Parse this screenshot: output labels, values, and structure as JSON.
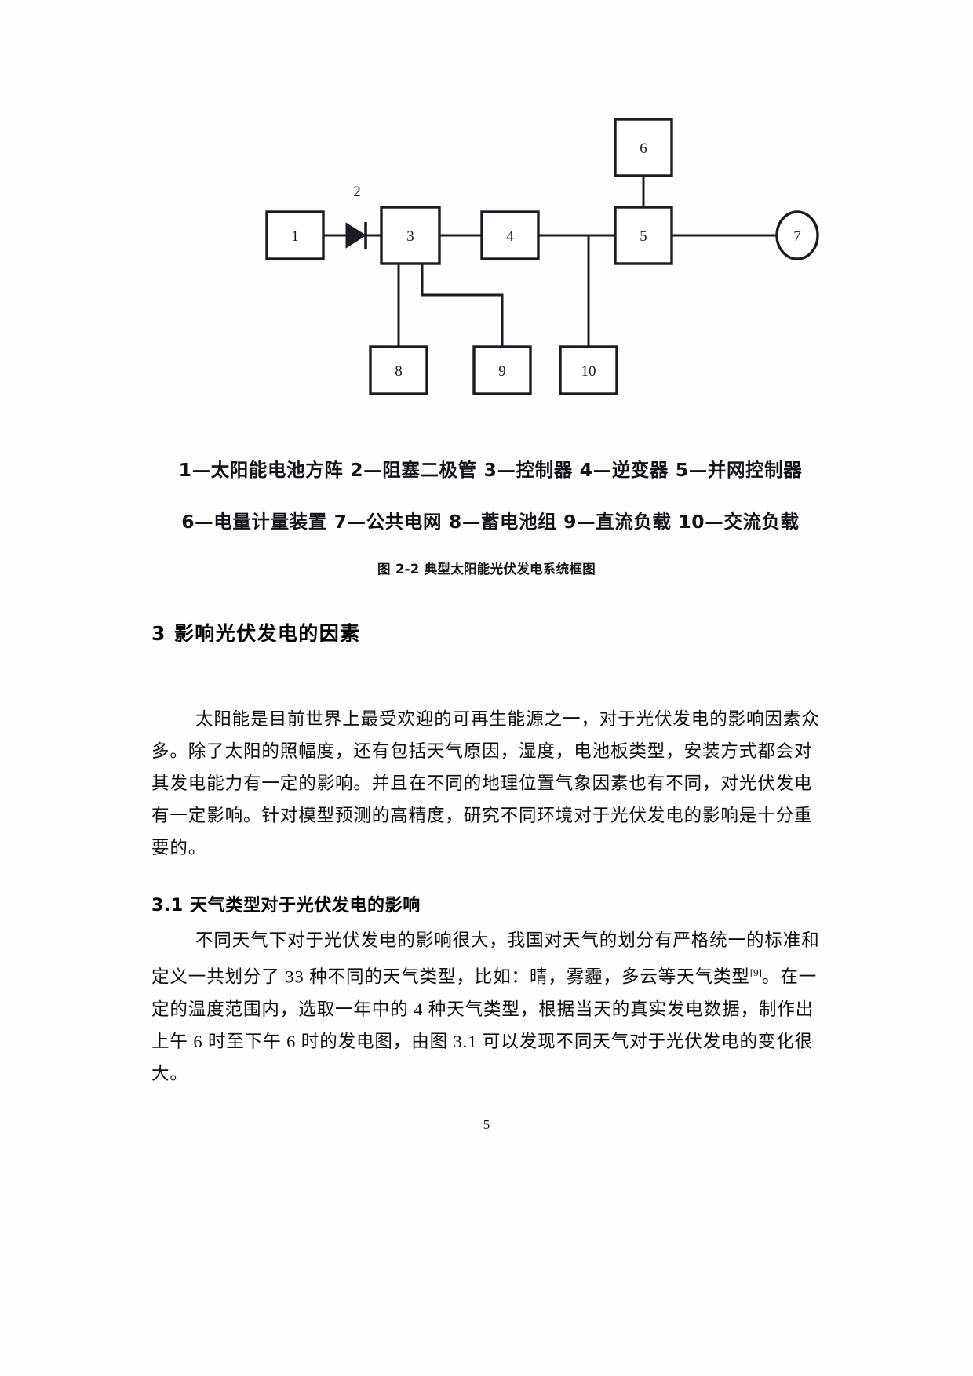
{
  "figure": {
    "nodes": [
      {
        "id": "n1",
        "label": "1",
        "shape": "rect"
      },
      {
        "id": "n2",
        "label": "2",
        "shape": "diode-label"
      },
      {
        "id": "n3",
        "label": "3",
        "shape": "rect"
      },
      {
        "id": "n4",
        "label": "4",
        "shape": "rect"
      },
      {
        "id": "n5",
        "label": "5",
        "shape": "rect"
      },
      {
        "id": "n6",
        "label": "6",
        "shape": "rect"
      },
      {
        "id": "n7",
        "label": "7",
        "shape": "circle"
      },
      {
        "id": "n8",
        "label": "8",
        "shape": "rect"
      },
      {
        "id": "n9",
        "label": "9",
        "shape": "rect"
      },
      {
        "id": "n10",
        "label": "10",
        "shape": "rect"
      }
    ],
    "legend_line_1": "1—太阳能电池方阵  2—阻塞二极管  3—控制器  4—逆变器  5—并网控制器",
    "legend_line_2": "6—电量计量装置  7—公共电网  8—蓄电池组  9—直流负载  10—交流负载",
    "caption": "图 2-2 典型太阳能光伏发电系统框图"
  },
  "headings": {
    "section_3": "3 影响光伏发电的因素",
    "section_3_1": "3.1 天气类型对于光伏发电的影响"
  },
  "paragraphs": {
    "p1": [
      "太阳能是目前世界上最受欢迎的可再生能源之一，对于光伏发电的影响因素众",
      "多。除了太阳的照幅度，还有包括天气原因，湿度，电池板类型，安装方式都会对",
      "其发电能力有一定的影响。并且在不同的地理位置气象因素也有不同，对光伏发电",
      "有一定影响。针对模型预测的高精度，研究不同环境对于光伏发电的影响是十分重",
      "要的。"
    ],
    "p2_lines": [
      {
        "text": "不同天气下对于光伏发电的影响很大，我国对天气的划分有严格统一的标准和",
        "sup": ""
      },
      {
        "text": "定义一共划分了 33 种不同的天气类型，比如：晴，雾霾，多云等天气类型",
        "sup": "[9]",
        "tail": "。在一"
      },
      {
        "text": "定的温度范围内，选取一年中的 4 种天气类型，根据当天的真实发电数据，制作出",
        "sup": ""
      },
      {
        "text": "上午 6 时至下午 6 时的发电图，由图 3.1 可以发现不同天气对于光伏发电的变化很",
        "sup": ""
      },
      {
        "text": "大。",
        "sup": ""
      }
    ]
  },
  "page_number": "5",
  "colors": {
    "text": "#0d0d12",
    "line": "#1b1b24",
    "page_bg": "#fdfdfd"
  }
}
